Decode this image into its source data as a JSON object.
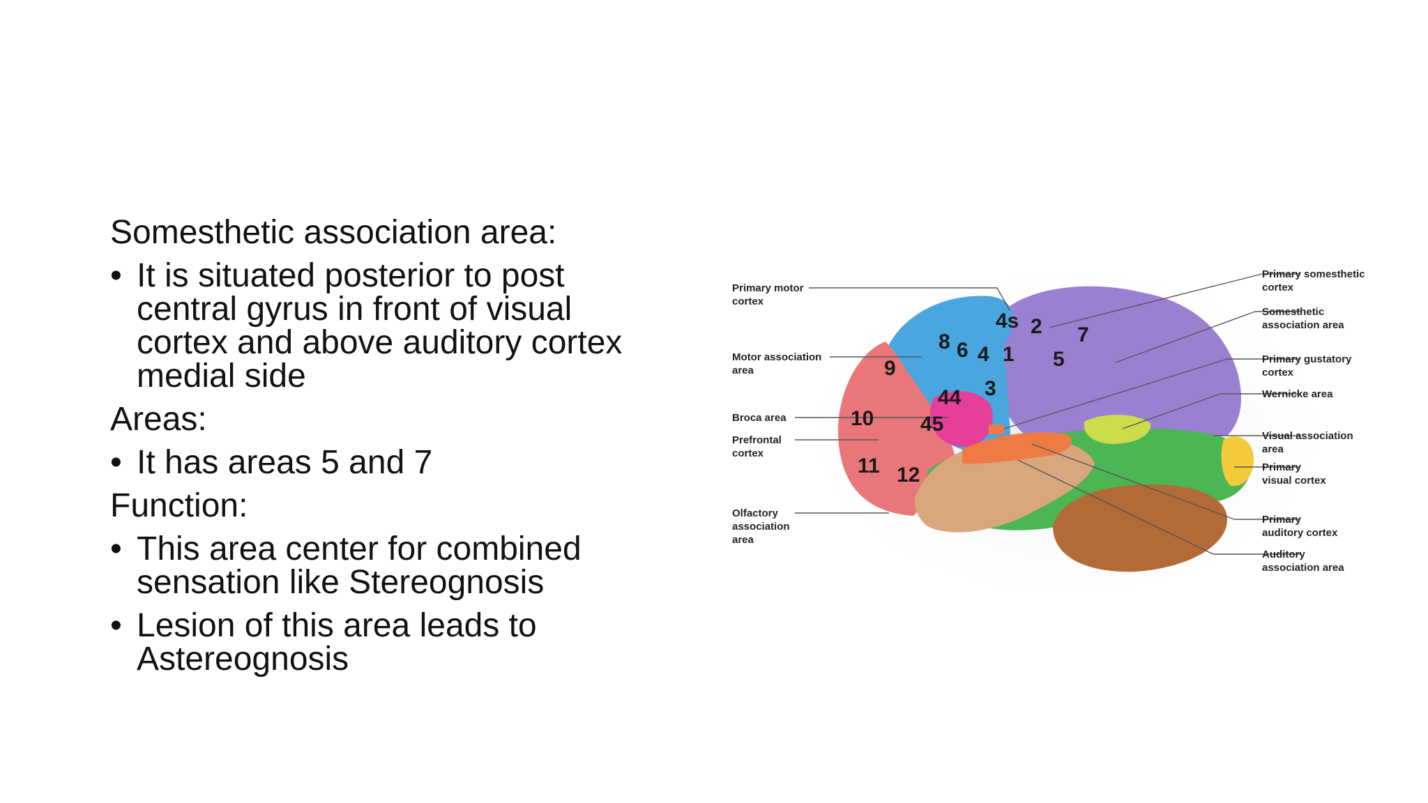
{
  "slide": {
    "sections": [
      {
        "heading": "Somesthetic association area:",
        "bullets": [
          "It is situated posterior to post central gyrus in front of visual cortex and above auditory cortex medial side"
        ]
      },
      {
        "heading": "Areas:",
        "bullets": [
          "It has areas 5 and 7"
        ]
      },
      {
        "heading": "Function:",
        "bullets": [
          "This area center for combined sensation like Stereognosis",
          "Lesion of this area leads to Astereognosis"
        ]
      }
    ],
    "bullet_char": "•"
  },
  "figure": {
    "left_labels": {
      "primary_motor": [
        "Primary motor",
        "cortex"
      ],
      "motor_assoc": [
        "Motor association",
        "area"
      ],
      "broca": [
        "Broca area"
      ],
      "prefrontal": [
        "Prefrontal",
        "cortex"
      ],
      "olfactory": [
        "Olfactory",
        "association",
        "area"
      ]
    },
    "right_labels": {
      "primary_somesthetic": [
        "Primary somesthetic",
        "cortex"
      ],
      "somesthetic_assoc": [
        "Somesthetic",
        "association area"
      ],
      "primary_gustatory": [
        "Primary gustatory",
        "cortex"
      ],
      "wernicke": [
        "Wernicke area"
      ],
      "visual_assoc": [
        "Visual association",
        "area"
      ],
      "primary_visual": [
        "Primary",
        "visual cortex"
      ],
      "primary_auditory": [
        "Primary",
        "auditory cortex"
      ],
      "auditory_assoc": [
        "Auditory",
        "association area"
      ]
    },
    "area_numbers": {
      "n4s": "4s",
      "n2": "2",
      "n7": "7",
      "n8": "8",
      "n6": "6",
      "n4": "4",
      "n1": "1",
      "n5": "5",
      "n9": "9",
      "n3": "3",
      "n44": "44",
      "n10": "10",
      "n45": "45",
      "n11": "11",
      "n12": "12"
    },
    "colors": {
      "prefrontal": "#e9777a",
      "motor": "#4aa6de",
      "parietal": "#9b7fd0",
      "broca": "#e53f9a",
      "temporal": "#d9a77e",
      "auditory": "#ee7b43",
      "green": "#4cb554",
      "visual": "#f4c93a",
      "wernicke": "#cddc4a",
      "cerebellum": "#b26a36"
    }
  }
}
